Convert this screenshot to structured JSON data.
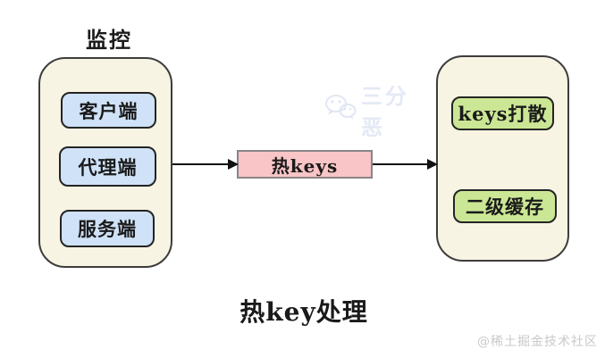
{
  "diagram": {
    "title": "热key处理",
    "monitor_label": "监控",
    "left_group": {
      "items": [
        {
          "label": "客户端"
        },
        {
          "label": "代理端"
        },
        {
          "label": "服务端"
        }
      ]
    },
    "center_node": {
      "label": "热keys"
    },
    "right_group": {
      "items": [
        {
          "label": "keys打散"
        },
        {
          "label": "二级缓存"
        }
      ]
    },
    "colors": {
      "container_fill": "#f8f4e3",
      "container_border": "#3d3d3d",
      "blue_node_fill": "#cfe2f7",
      "green_node_fill": "#cbe795",
      "pink_node_fill": "#f9c5c6",
      "pink_node_border": "#8a8486",
      "arrow": "#111111"
    }
  },
  "watermarks": {
    "center_icon": "wechat-icon",
    "center_text": "三分恶",
    "bottom_right": "@稀土掘金技术社区"
  }
}
